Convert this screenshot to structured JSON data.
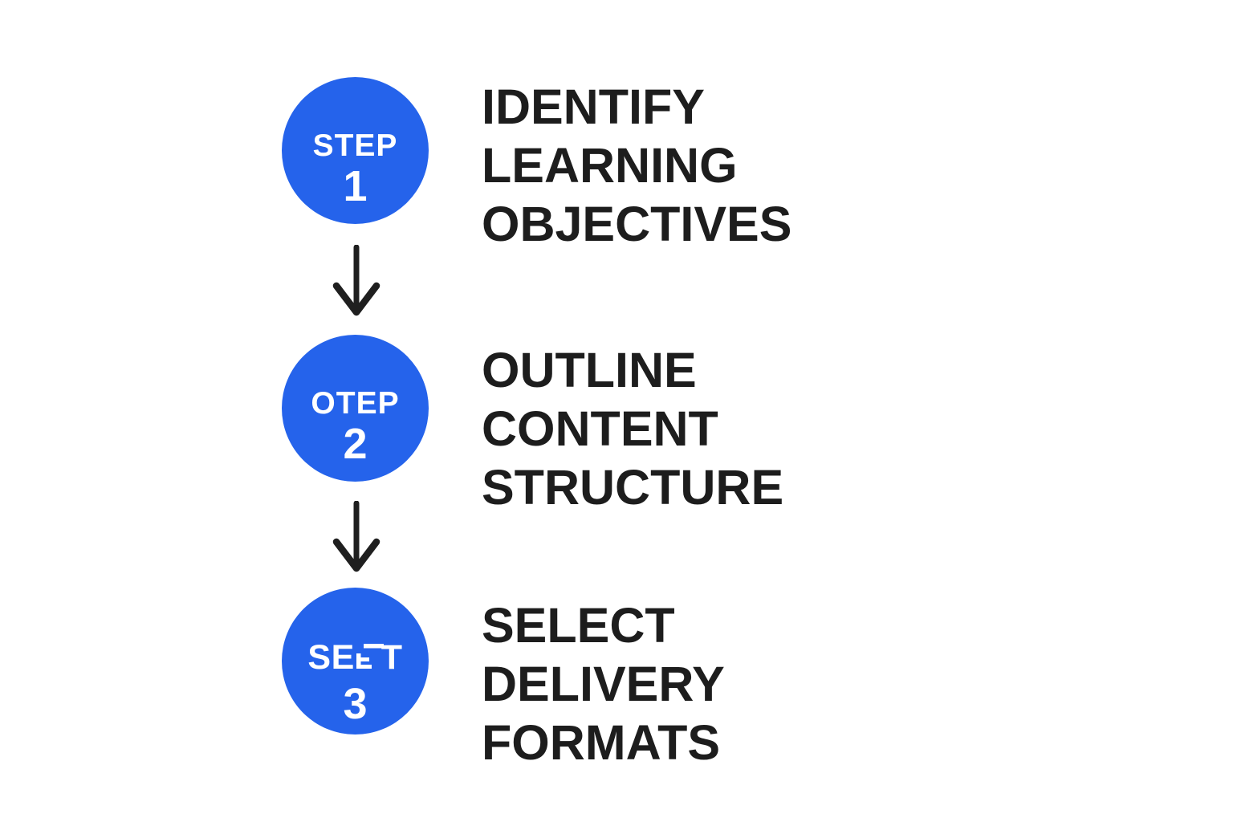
{
  "colors": {
    "background": "#ffffff",
    "circle_blue": "#2563eb",
    "circle_text": "#ffffff",
    "label_ink": "#1d1d1d",
    "arrow_ink": "#1f1f1f"
  },
  "steps": [
    {
      "circle_word": "STEP",
      "circle_number": "1",
      "label_lines": [
        "IDENTIFY",
        "LEARNING",
        "OBJECTIVES"
      ]
    },
    {
      "circle_word": "OTEP",
      "circle_number": "2",
      "label_lines": [
        "OUTLINE",
        "CONTENT",
        "STRUCTURE"
      ]
    },
    {
      "circle_word_prefix": "SE",
      "circle_word_glyph": "broken-E-with-top-bar",
      "circle_word_suffix": "T",
      "circle_number": "3",
      "label_lines": [
        "SELECT",
        "DELIVERY",
        "FORMATS"
      ]
    }
  ],
  "arrows": [
    {
      "type": "down-arrow"
    },
    {
      "type": "down-arrow"
    }
  ]
}
